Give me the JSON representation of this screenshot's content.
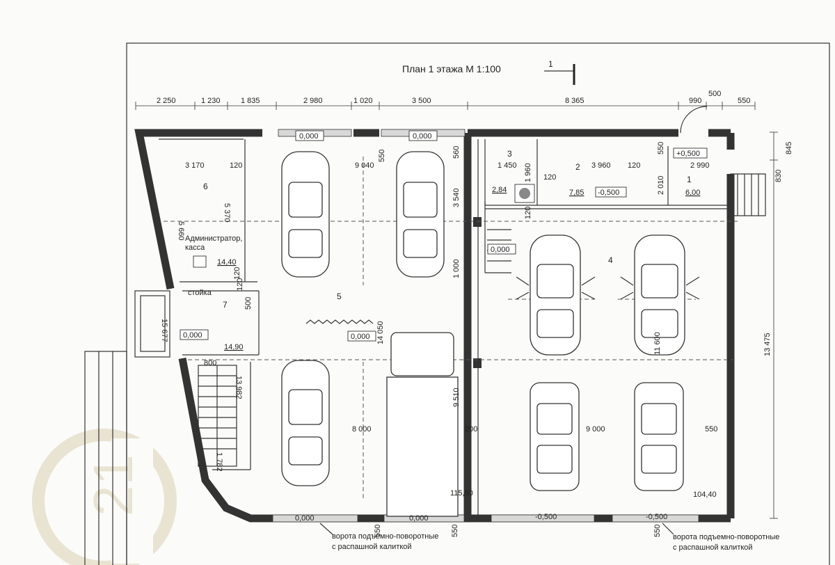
{
  "title": "План 1 этажа  М 1:100",
  "section_mark": "1",
  "top_dims": [
    "2 250",
    "1 230",
    "1 835",
    "2 980",
    "1 020",
    "3 500",
    "8 365",
    "990",
    "500",
    "550"
  ],
  "right_dims": [
    "845",
    "830",
    "13 475"
  ],
  "rooms": {
    "r1": {
      "num": "1",
      "area": "6,00"
    },
    "r2": {
      "num": "2",
      "area": "7,85"
    },
    "r3": {
      "num": "3",
      "area": "2,84"
    },
    "r4": {
      "num": "4"
    },
    "r5": {
      "num": "5"
    },
    "r6": {
      "num": "6",
      "area": "14,40"
    },
    "r7": {
      "num": "7",
      "area": "14,90"
    }
  },
  "admin_label_1": "Администратор,",
  "admin_label_2": "касса",
  "stoika": "стойка",
  "levels": {
    "top1": "0,000",
    "top2": "0,000",
    "plus": "+0,500",
    "minus_r2": "-0,500",
    "mid": "0,000",
    "center": "0,000",
    "left": "0,000",
    "bot1": "0,000",
    "bot2": "0,000",
    "bot3": "-0,500",
    "bot4": "-0,500"
  },
  "inner_dims": {
    "d3170": "3 170",
    "d120a": "120",
    "d9040": "9 040",
    "d550a": "550",
    "d560": "560",
    "d1450": "1 450",
    "d1960": "1 960",
    "d120b": "120",
    "d3960": "3 960",
    "d120c": "120",
    "d550b": "550",
    "d2990": "2 990",
    "d2010": "2 010",
    "d3540": "3 540",
    "d5660": "5 660",
    "d5370": "5 370",
    "d120d": "120",
    "d1000": "1 000",
    "d14050": "14 050",
    "d500": "500",
    "d15677": "15 677",
    "d800": "800",
    "d13982": "13 982",
    "d1782": "1 782",
    "d8000": "8 000",
    "d9510": "9 510",
    "d200": "200",
    "d9000": "9 000",
    "d550c": "550",
    "d11600": "11 600",
    "d115_80": "115,80",
    "d104_40": "104,40",
    "d120e": "120",
    "d120f": "120",
    "d550d": "550",
    "d550e": "550",
    "d550f": "550"
  },
  "gate_note_1a": "ворота подъемно-поворотные",
  "gate_note_1b": "с распашной калиткой",
  "gate_note_2a": "ворота подъемно-поворотные",
  "gate_note_2b": "с распашной калиткой",
  "watermark": "21"
}
